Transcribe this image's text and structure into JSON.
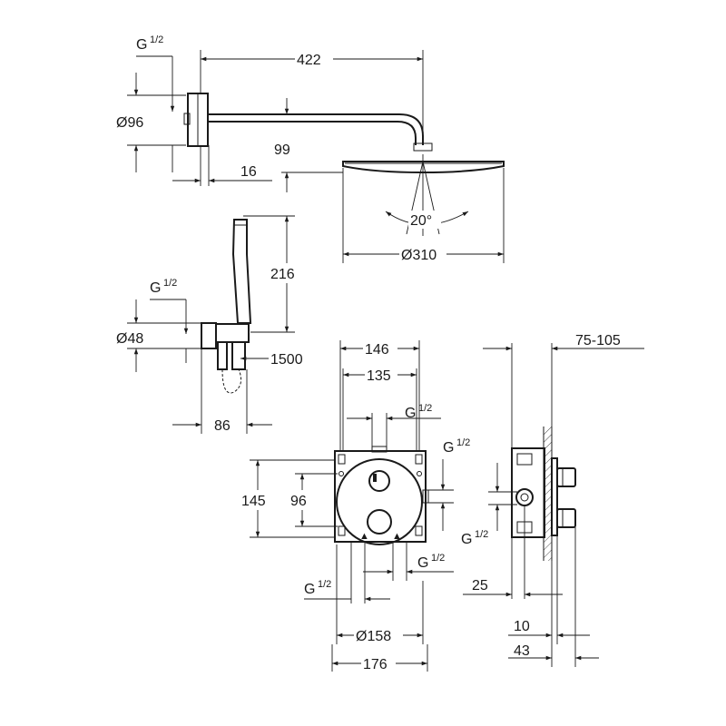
{
  "dimensions": {
    "shower_arm_length": "422",
    "shower_arm_height": "99",
    "wall_flange_depth": "16",
    "flange_diameter": "Ø96",
    "arm_thread": "G",
    "arm_thread_frac": "1/2",
    "head_diameter": "Ø310",
    "head_angle": "20°",
    "holder_height": "216",
    "elbow_thread": "G",
    "elbow_thread_frac": "1/2",
    "elbow_diameter": "Ø48",
    "hose_length": "1500",
    "elbow_offset": "86",
    "box_width_outer": "146",
    "box_width_inner": "135",
    "box_top_thread": "G",
    "box_top_thread_frac": "1/2",
    "box_side_thread": "G",
    "box_side_thread_frac": "1/2",
    "box_height": "145",
    "box_inner_height": "96",
    "box_bottom_left_thread": "G",
    "box_bottom_left_thread_frac": "1/2",
    "box_bottom_right_thread": "G",
    "box_bottom_right_thread_frac": "1/2",
    "plate_diameter": "Ø158",
    "plate_width": "176",
    "install_depth": "75-105",
    "side_thread": "G",
    "side_thread_frac": "1/2",
    "side_offset": "25",
    "plate_thickness": "10",
    "handle_depth": "43"
  }
}
